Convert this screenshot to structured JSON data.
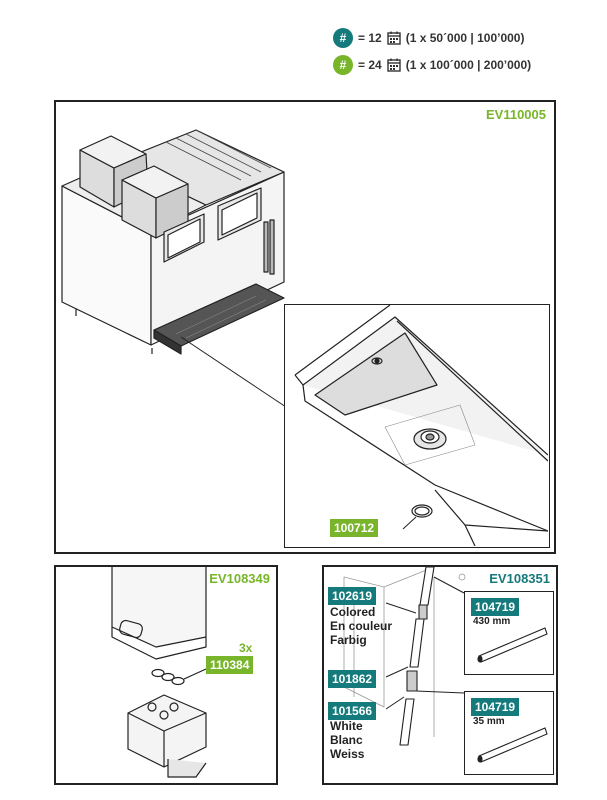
{
  "legend": [
    {
      "badge_symbol": "#",
      "badge_color": "#147a7c",
      "count_text": "= 12",
      "interval_text": "(1 x 50´000 | 100’000)"
    },
    {
      "badge_symbol": "#",
      "badge_color": "#78b52a",
      "count_text": "= 24",
      "interval_text": "(1 x 100´000 | 200’000)"
    }
  ],
  "panels": {
    "main": {
      "code": "EV110005",
      "code_color": "#78b52a",
      "part_label": "100712"
    },
    "bottom_left": {
      "code": "EV108349",
      "code_color": "#78b52a",
      "quantity": "3x",
      "part_label": "110384"
    },
    "bottom_right": {
      "code": "EV108351",
      "code_color": "#147a7c",
      "part_102619": {
        "label": "102619",
        "desc_lines": [
          "Colored",
          "En couleur",
          "Farbig"
        ]
      },
      "part_101862": {
        "label": "101862"
      },
      "part_101566": {
        "label": "101566",
        "desc_lines": [
          "White",
          "Blanc",
          "Weiss"
        ]
      },
      "tube_long": {
        "label": "104719",
        "length": "430 mm"
      },
      "tube_short": {
        "label": "104719",
        "length": "35 mm"
      }
    }
  },
  "icons": {
    "calendar": "calendar-icon"
  }
}
